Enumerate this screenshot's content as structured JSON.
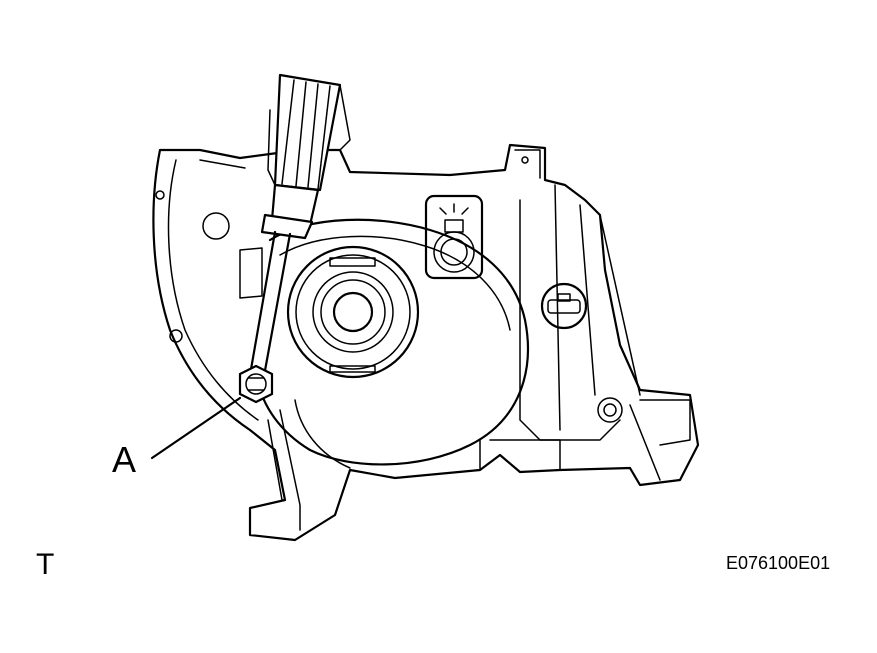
{
  "callout": {
    "label": "A"
  },
  "corner_mark": "T",
  "figure_code": "E076100E01",
  "colors": {
    "line": "#000000",
    "background": "#ffffff"
  },
  "icons": [
    "headlamp-housing-icon",
    "screwdriver-icon",
    "bolt-icon",
    "bulb-socket-icon",
    "connector-icon"
  ]
}
